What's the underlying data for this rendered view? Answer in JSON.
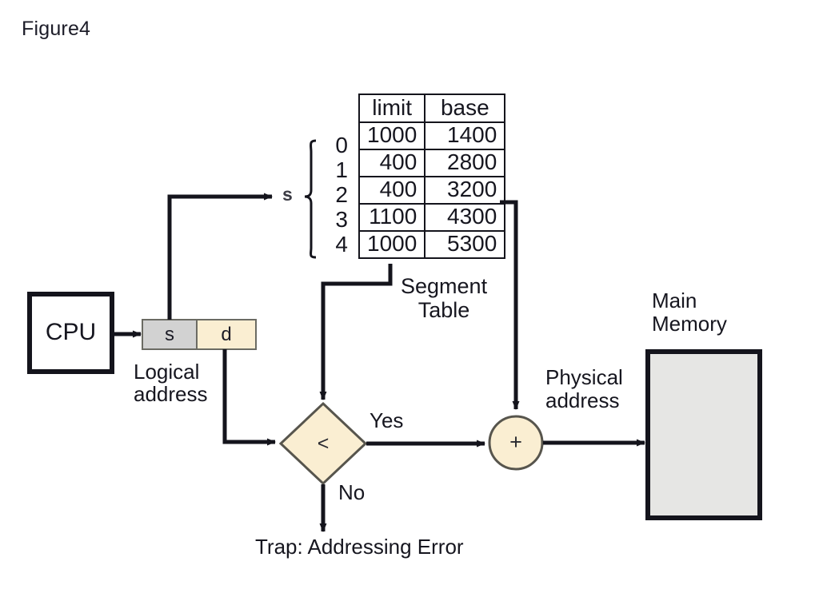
{
  "figure": {
    "title": "Figure4"
  },
  "diagram": {
    "type": "segmentation-address-translation",
    "cpu": {
      "label": "CPU"
    },
    "logical_address": {
      "caption_line1": "Logical",
      "caption_line2": "address",
      "segment_field": "s",
      "offset_field": "d",
      "segment_field_color": "#d2d2d2",
      "offset_field_color": "#faeed2"
    },
    "selector_label": "s",
    "segment_table": {
      "caption_line1": "Segment",
      "caption_line2": "Table",
      "columns": [
        "limit",
        "base"
      ],
      "index_header": "",
      "rows": [
        {
          "index": "0",
          "limit": "1000",
          "base": "1400"
        },
        {
          "index": "1",
          "limit": "400",
          "base": "2800"
        },
        {
          "index": "2",
          "limit": "400",
          "base": "3200"
        },
        {
          "index": "3",
          "limit": "1100",
          "base": "4300"
        },
        {
          "index": "4",
          "limit": "1000",
          "base": "5300"
        }
      ]
    },
    "compare_node": {
      "operator": "<",
      "yes_label": "Yes",
      "no_label": "No",
      "fill_color": "#faeed2"
    },
    "adder_node": {
      "operator": "+",
      "fill_color": "#faeed2"
    },
    "physical_address": {
      "caption_line1": "Physical",
      "caption_line2": "address"
    },
    "main_memory": {
      "caption_line1": "Main",
      "caption_line2": "Memory",
      "fill_color": "#e6e6e4"
    },
    "trap_label": "Trap: Addressing Error",
    "stroke_color": "#14141c"
  }
}
